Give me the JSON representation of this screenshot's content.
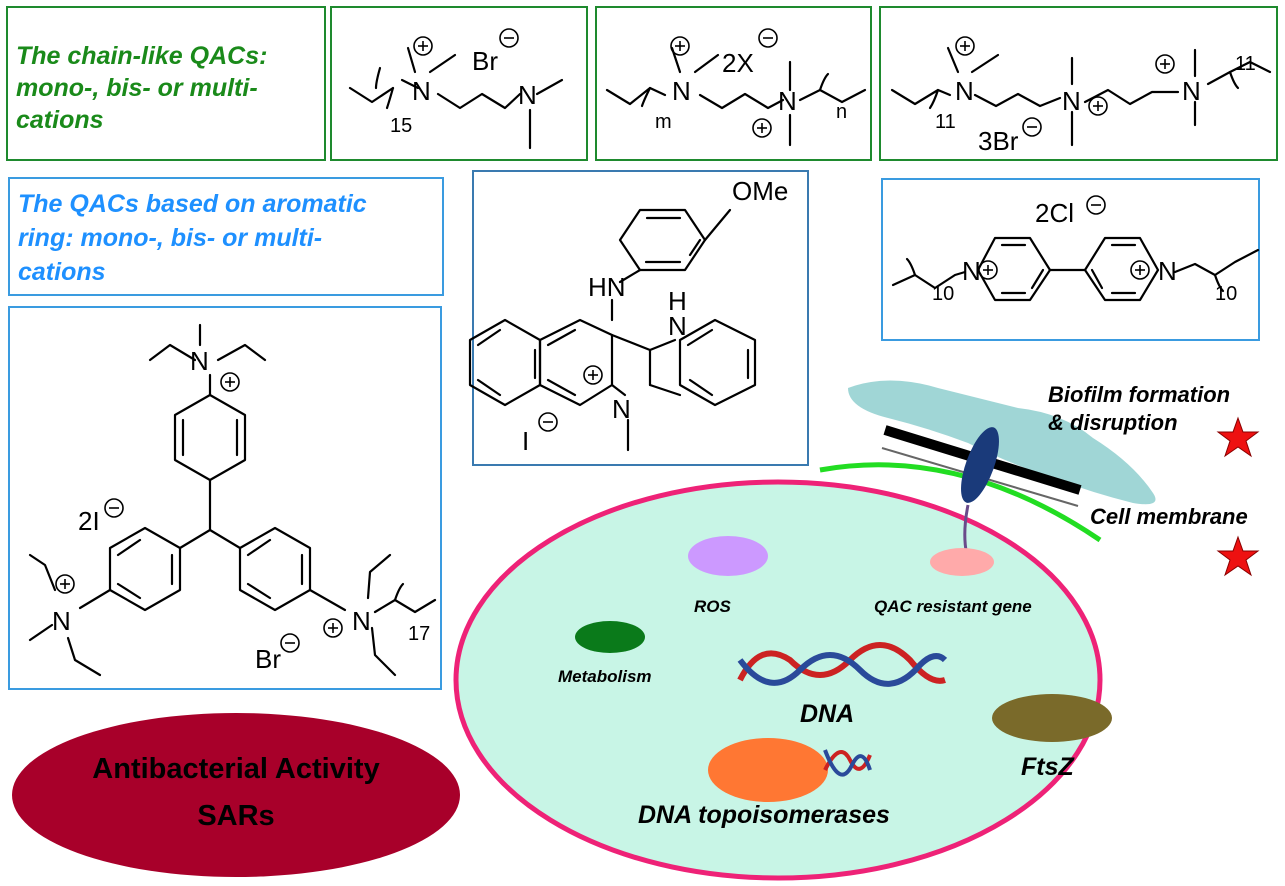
{
  "panels": {
    "chain_title": "The chain-like QACs: mono-, bis- or multi-cations",
    "chain_title_lines": [
      "The chain-like QACs:",
      "mono-, bis- or multi-",
      "cations"
    ],
    "aromatic_title_lines": [
      "The QACs based on aromatic",
      "ring: mono-, bis- or multi-",
      "cations"
    ]
  },
  "structures": {
    "s1": {
      "counterion": "Br",
      "subscript": "15",
      "atoms": [
        "N",
        "N"
      ]
    },
    "s2": {
      "counterion": "2X",
      "subscripts": [
        "m",
        "n"
      ],
      "atoms": [
        "N",
        "N"
      ]
    },
    "s3": {
      "counterion": "3Br",
      "subscripts": [
        "11",
        "11"
      ],
      "atoms": [
        "N",
        "N",
        "N"
      ]
    },
    "s4": {
      "labels": [
        "OMe",
        "HN",
        "H",
        "N",
        "N"
      ],
      "counterion": "I"
    },
    "s5": {
      "counterion": "2Cl",
      "subscripts": [
        "10",
        "10"
      ],
      "atoms": [
        "N",
        "N"
      ]
    },
    "s6": {
      "counterions": [
        "2I",
        "Br"
      ],
      "subscript": "17",
      "atoms": [
        "N",
        "N",
        "N"
      ]
    }
  },
  "cell": {
    "labels": {
      "biofilm": [
        "Biofilm formation",
        "& disruption"
      ],
      "membrane": "Cell membrane",
      "ros": "ROS",
      "resistant_gene": "QAC resistant gene",
      "metabolism": "Metabolism",
      "dna": "DNA",
      "ftsz": "FtsZ",
      "topo": "DNA topoisomerases"
    },
    "colors": {
      "cell_fill": "#c8f5e6",
      "cell_border": "#ee2277",
      "membrane": "#22dd22",
      "ros": "#cc99ff",
      "gene": "#ffaaaa",
      "metabolism": "#0a7a1a",
      "ftsz": "#7a6a2a",
      "topo": "#ff7733",
      "biofilm": "#88cccc",
      "star": "#ee1111"
    }
  },
  "sar": {
    "lines": [
      "Antibacterial Activity",
      "SARs"
    ],
    "fill": "#a8002a",
    "text_color": "#ffee00"
  }
}
